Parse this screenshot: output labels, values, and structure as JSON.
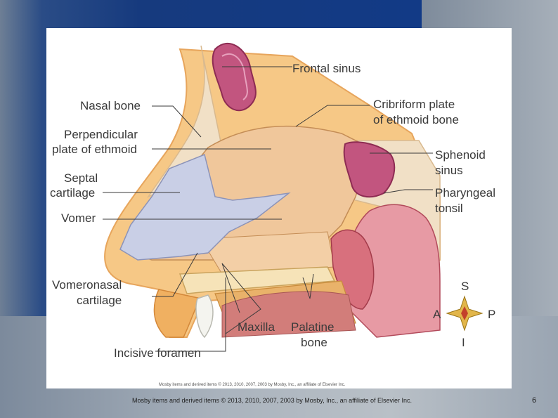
{
  "labels": {
    "frontal_sinus": "Frontal sinus",
    "nasal_bone": "Nasal bone",
    "cribriform_1": "Cribriform plate",
    "cribriform_2": "of ethmoid bone",
    "perp_1": "Perpendicular",
    "perp_2": "plate of ethmoid",
    "sphenoid_1": "Sphenoid",
    "sphenoid_2": "sinus",
    "septal_1": "Septal",
    "septal_2": "cartilage",
    "pharyngeal_1": "Pharyngeal",
    "pharyngeal_2": "tonsil",
    "vomer": "Vomer",
    "vomeronasal_1": "Vomeronasal",
    "vomeronasal_2": "cartilage",
    "maxilla": "Maxilla",
    "palatine_1": "Palatine",
    "palatine_2": "bone",
    "incisive": "Incisive foramen"
  },
  "compass": {
    "s": "S",
    "a": "A",
    "p": "P",
    "i": "I"
  },
  "image_credit": "Mosby items and derived items © 2013, 2010, 2007, 2003 by Mosby, Inc., an affiliate of Elsevier Inc.",
  "footer": "Mosby items and derived items © 2013, 2010, 2007, 2003 by Mosby, Inc., an affiliate of Elsevier Inc.",
  "page_number": "6"
}
